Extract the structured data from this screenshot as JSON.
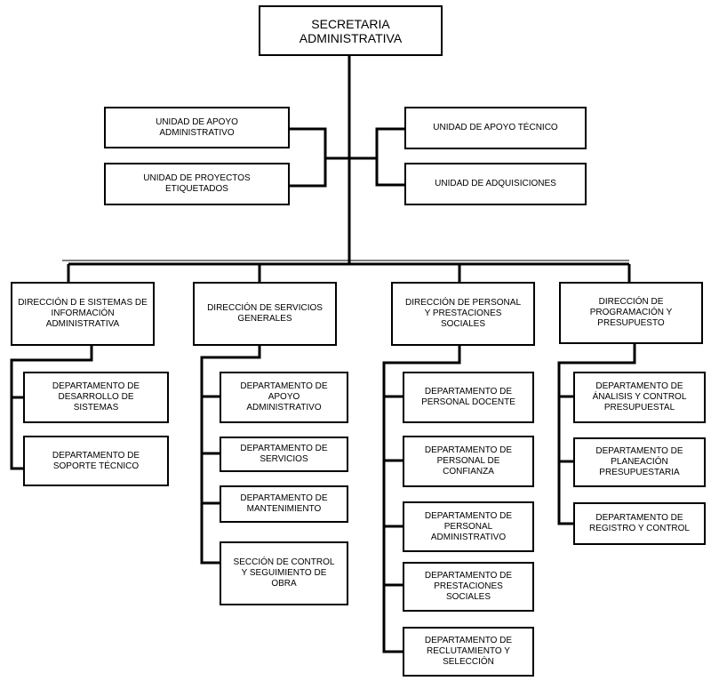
{
  "root": "SECRETARIA\nADMINISTRATIVA",
  "staff": {
    "apoyo_administrativo": "UNIDAD DE APOYO\nADMINISTRATIVO",
    "proyectos_etiquetados": "UNIDAD DE PROYECTOS\nETIQUETADOS",
    "apoyo_tecnico": "UNIDAD DE APOYO TÉCNICO",
    "adquisiciones": "UNIDAD DE ADQUISICIONES"
  },
  "directions": [
    {
      "title": "DIRECCIÓN D E SISTEMAS DE\nINFORMACIÓN\nADMINISTRATIVA",
      "departments": [
        "DEPARTAMENTO DE\nDESARROLLO DE\nSISTEMAS",
        "DEPARTAMENTO DE\nSOPORTE TÉCNICO"
      ]
    },
    {
      "title": "DIRECCIÓN DE SERVICIOS\nGENERALES",
      "departments": [
        "DEPARTAMENTO DE\nAPOYO\nADMINISTRATIVO",
        "DEPARTAMENTO DE\nSERVICIOS",
        "DEPARTAMENTO DE\nMANTENIMIENTO",
        "SECCIÓN DE CONTROL\nY SEGUIMIENTO DE\nOBRA"
      ]
    },
    {
      "title": "DIRECCIÓN DE PERSONAL\nY PRESTACIONES\nSOCIALES",
      "departments": [
        "DEPARTAMENTO DE\nPERSONAL DOCENTE",
        "DEPARTAMENTO DE\nPERSONAL DE\nCONFIANZA",
        "DEPARTAMENTO DE\nPERSONAL\nADMINISTRATIVO",
        "DEPARTAMENTO DE\nPRESTACIONES\nSOCIALES",
        "DEPARTAMENTO DE\nRECLUTAMIENTO Y\nSELECCIÓN"
      ]
    },
    {
      "title": "DIRECCIÓN DE\nPROGRAMACIÓN Y\nPRESUPUESTO",
      "departments": [
        "DEPARTAMENTO DE\nÁNALISIS Y CONTROL\nPRESUPUESTAL",
        "DEPARTAMENTO DE\nPLANEACIÓN\nPRESUPUESTARIA",
        "DEPARTAMENTO DE\nREGISTRO Y CONTROL"
      ]
    }
  ]
}
